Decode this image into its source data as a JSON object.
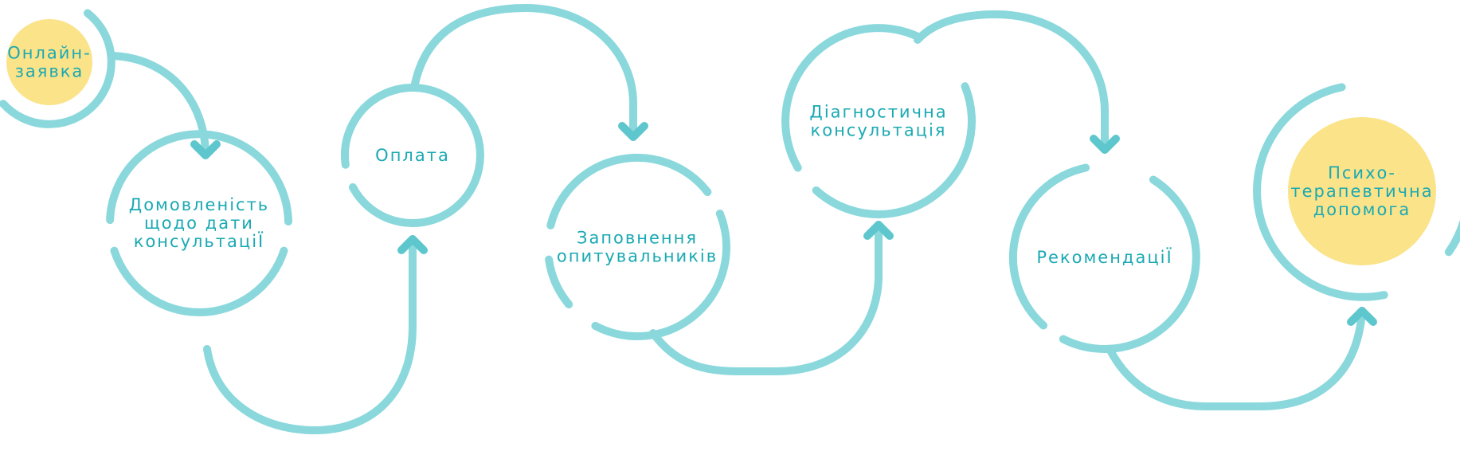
{
  "colors": {
    "ring": "#8ad8dc",
    "ring_accent": "#5ec7cd",
    "highlight": "#fbe38a",
    "text": "#1aa9b2"
  },
  "steps": [
    {
      "lines": [
        "Онлайн-",
        "заявка"
      ],
      "highlight": true
    },
    {
      "lines": [
        "Домовленість",
        "щодо дати",
        "консультацiЇ"
      ],
      "highlight": false
    },
    {
      "lines": [
        "Оплата"
      ],
      "highlight": false
    },
    {
      "lines": [
        "Заповнення",
        "опитувальникiв"
      ],
      "highlight": false
    },
    {
      "lines": [
        "Дiагностична",
        "консультацiя"
      ],
      "highlight": false
    },
    {
      "lines": [
        "РекомендацiЇ"
      ],
      "highlight": false
    },
    {
      "lines": [
        "Психо-",
        "терапевтична",
        "допомога"
      ],
      "highlight": true
    }
  ]
}
